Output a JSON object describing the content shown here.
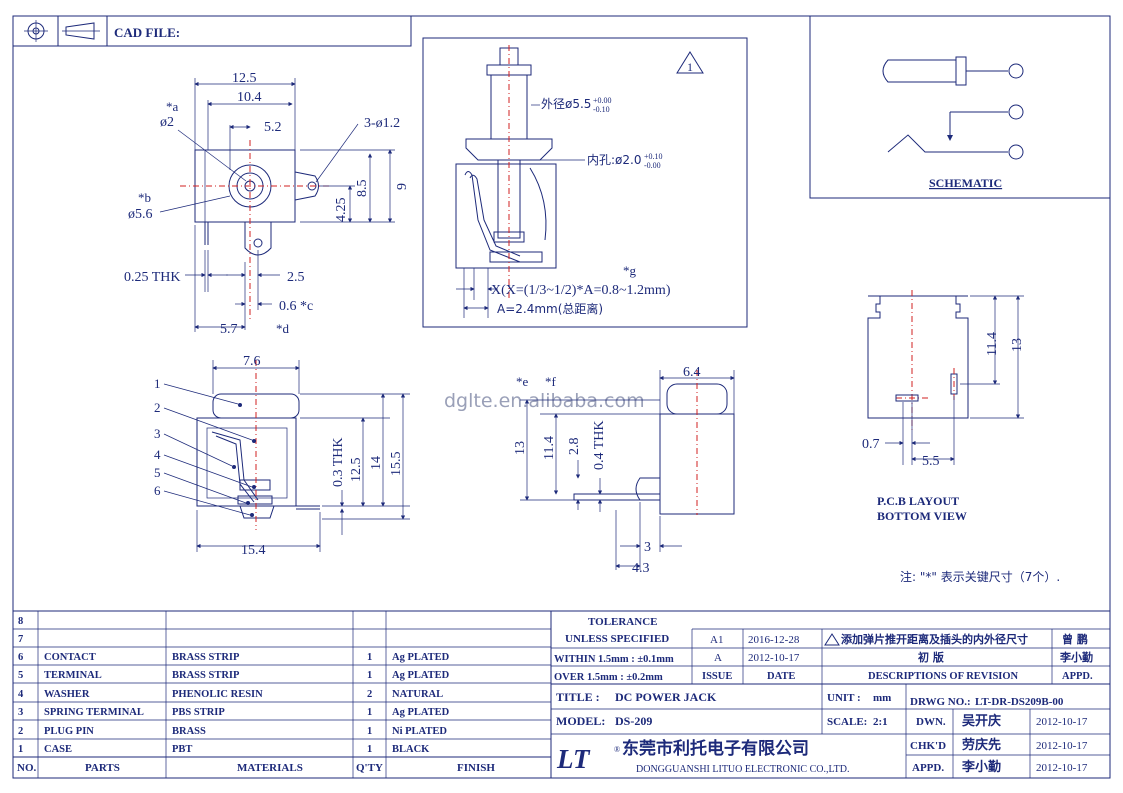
{
  "header": {
    "cad_label": "CAD FILE:"
  },
  "watermark": "dglte.en.alibaba.com",
  "warning_symbol": "1",
  "views": {
    "top": {
      "dims": [
        "12.5",
        "10.4",
        "5.2",
        "3-ø1.2",
        "*a",
        "ø2",
        "*b",
        "ø5.6",
        "4.25",
        "8.5",
        "9",
        "0.25 THK",
        "2.5",
        "0.6 *c",
        "5.7",
        "*d"
      ]
    },
    "section": {
      "outer": "外径ø5.5",
      "outer_tol_up": "+0.00",
      "outer_tol_dn": "-0.10",
      "inner": "内孔:ø2.0",
      "inner_tol_up": "+0.10",
      "inner_tol_dn": "-0.00",
      "g": "*g",
      "x_note": "X(X=(1/3~1/2)*A=0.8~1.2mm)",
      "a_note": "A=2.4mm(总距离)"
    },
    "side": {
      "dims": [
        "7.6",
        "0.3 THK",
        "12.5",
        "14",
        "15.5",
        "15.4"
      ],
      "callouts": [
        "1",
        "2",
        "3",
        "4",
        "5",
        "6"
      ]
    },
    "front": {
      "dims": [
        "6.4",
        "*e",
        "*f",
        "13",
        "11.4",
        "2.8",
        "0.4 THK",
        "3",
        "4.3"
      ]
    },
    "pcb": {
      "dims": [
        "11.4",
        "13",
        "0.7",
        "5.5"
      ],
      "title1": "P.C.B LAYOUT",
      "title2": "BOTTOM VIEW"
    },
    "schematic": {
      "label": "SCHEMATIC"
    },
    "note": "注: \"*\" 表示关键尺寸（7个）."
  },
  "bom": {
    "headers": [
      "NO.",
      "PARTS",
      "MATERIALS",
      "Q'TY",
      "FINISH"
    ],
    "rows": [
      {
        "no": "8",
        "part": "",
        "mat": "",
        "qty": "",
        "fin": ""
      },
      {
        "no": "7",
        "part": "",
        "mat": "",
        "qty": "",
        "fin": ""
      },
      {
        "no": "6",
        "part": "CONTACT",
        "mat": "BRASS STRIP",
        "qty": "1",
        "fin": "Ag PLATED"
      },
      {
        "no": "5",
        "part": "TERMINAL",
        "mat": "BRASS STRIP",
        "qty": "1",
        "fin": "Ag PLATED"
      },
      {
        "no": "4",
        "part": "WASHER",
        "mat": "PHENOLIC RESIN",
        "qty": "2",
        "fin": "NATURAL"
      },
      {
        "no": "3",
        "part": "SPRING TERMINAL",
        "mat": "PBS STRIP",
        "qty": "1",
        "fin": "Ag PLATED"
      },
      {
        "no": "2",
        "part": "PLUG PIN",
        "mat": "BRASS",
        "qty": "1",
        "fin": "Ni PLATED"
      },
      {
        "no": "1",
        "part": "CASE",
        "mat": "PBT",
        "qty": "1",
        "fin": "BLACK"
      }
    ]
  },
  "tolerance": {
    "title1": "TOLERANCE",
    "title2": "UNLESS  SPECIFIED",
    "within": "WITHIN 1.5mm : ±0.1mm",
    "over": "OVER 1.5mm : ±0.2mm"
  },
  "revisions": [
    {
      "issue": "A1",
      "date": "2016-12-28",
      "desc": "添加弹片推开距离及插头的内外径尺寸",
      "appd": "曾  鹏"
    },
    {
      "issue": "A",
      "date": "2012-10-17",
      "desc": "初      版",
      "appd": "李小勤"
    }
  ],
  "rev_headers": {
    "issue": "ISSUE",
    "date": "DATE",
    "desc": "DESCRIPTIONS OF REVISION",
    "appd": "APPD."
  },
  "title_block": {
    "title_label": "TITLE :",
    "title": "DC POWER JACK",
    "unit_label": "UNIT :",
    "unit": "mm",
    "drwg_label": "DRWG NO.:",
    "drwg": "LT-DR-DS209B-00",
    "model_label": "MODEL:",
    "model": "DS-209",
    "scale_label": "SCALE:",
    "scale": "2:1",
    "dwn_label": "DWN.",
    "dwn": "吴开庆",
    "dwn_date": "2012-10-17",
    "chk_label": "CHK'D",
    "chk": "劳庆先",
    "chk_date": "2012-10-17",
    "appd_label": "APPD.",
    "appd": "李小勤",
    "appd_date": "2012-10-17",
    "logo": "LT",
    "company_cn": "东莞市利托电子有限公司",
    "company_en": "DONGGUANSHI LITUO ELECTRONIC CO.,LTD."
  }
}
